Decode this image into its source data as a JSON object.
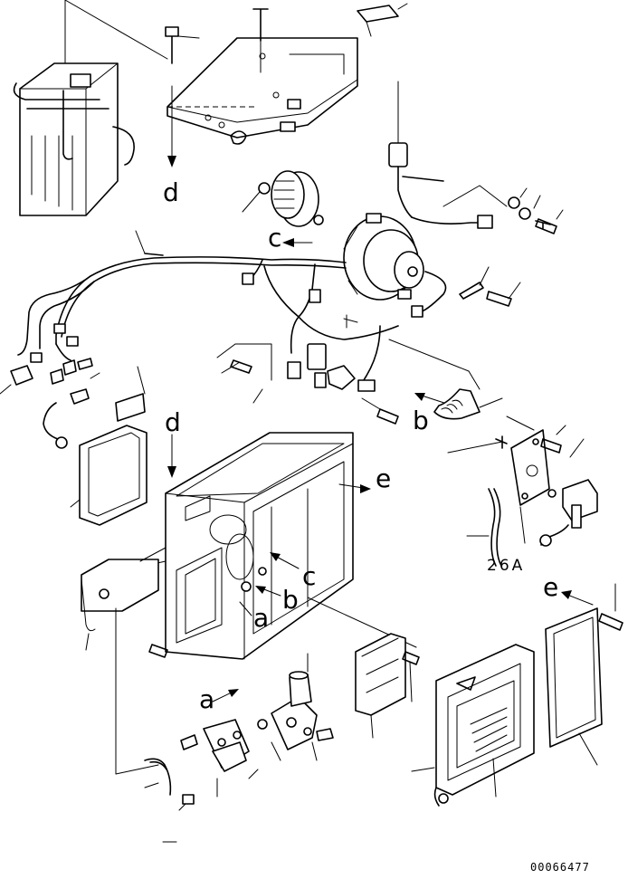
{
  "diagram": {
    "callouts": {
      "a_top": "a",
      "a_bottom": "a",
      "b_right": "b",
      "b_bottom": "b",
      "c_top": "c",
      "c_bottom": "c",
      "d_top": "d",
      "d_mid": "d",
      "e_mid": "e",
      "e_right": "e"
    },
    "part_note": "26A",
    "drawing_number": "00066477"
  }
}
